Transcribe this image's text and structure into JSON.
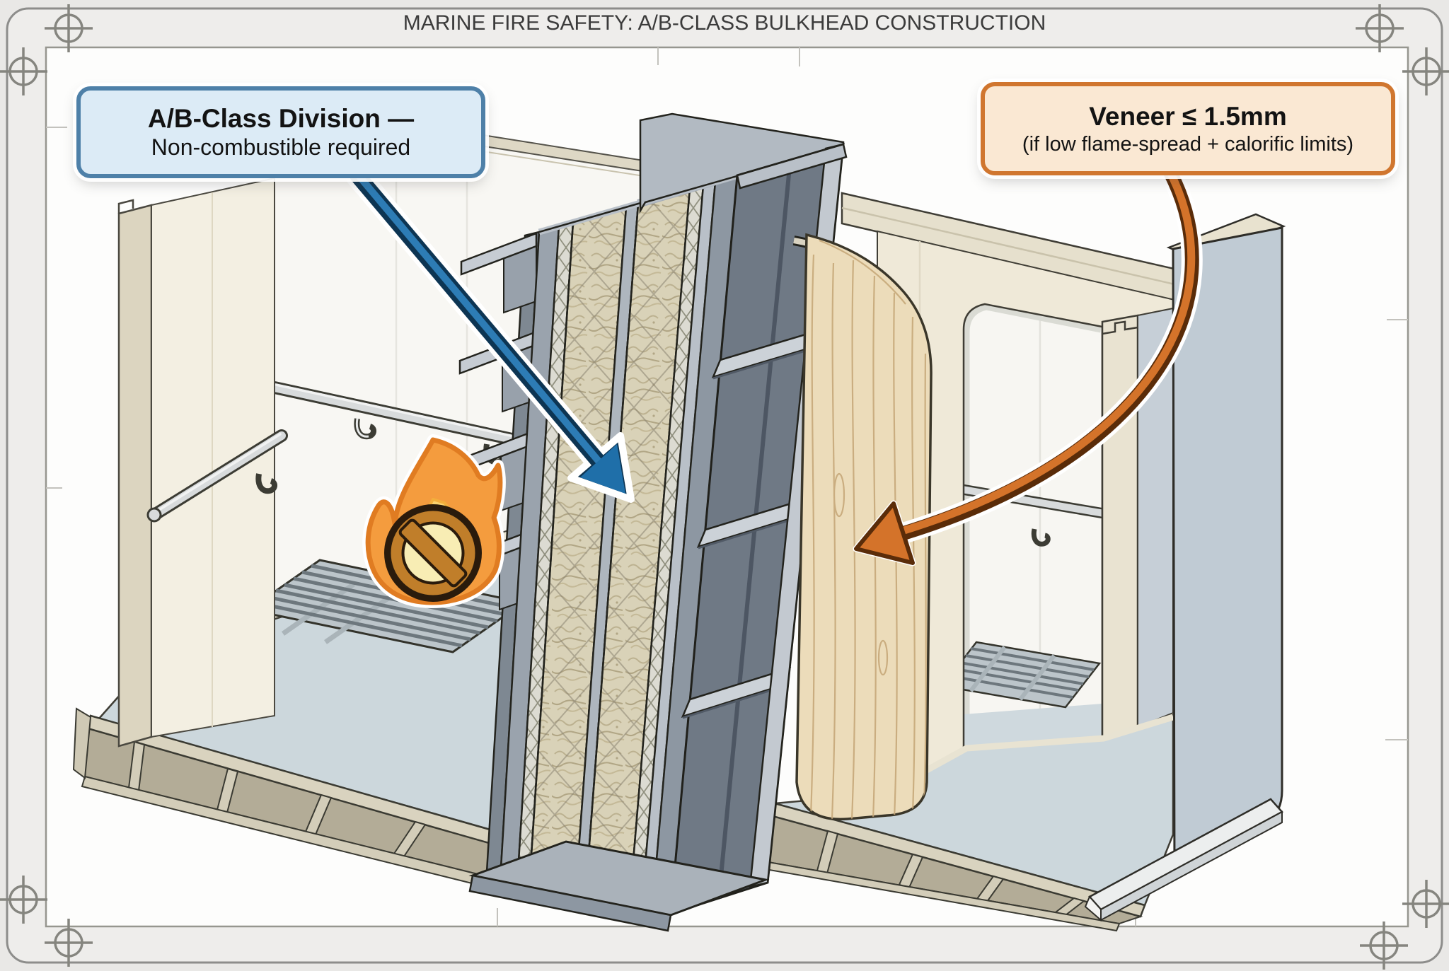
{
  "title": "MARINE FIRE SAFETY: A/B-CLASS BULKHEAD CONSTRUCTION",
  "callouts": {
    "division": {
      "heading": "A/B-Class Division —",
      "body": "Non-combustible required",
      "accent_color": "#4e80a8",
      "bg_color": "#dcebf6"
    },
    "veneer": {
      "heading": "Veneer ≤ 1.5mm",
      "body": "(if low flame-spread + calorific limits)",
      "accent_color": "#d0762f",
      "bg_color": "#fae8d3"
    }
  },
  "icons": {
    "fire_prohibited_icon": "flame + no-symbol (🔥 with 🚫 slash)"
  },
  "colors": {
    "blue_arrow": "#1f6fa9",
    "orange_arrow": "#d4732a",
    "mineral_wool": "#d9d2b8",
    "steel_plate": "#9aa3ad",
    "steel_web": "#6f7985",
    "wood_veneer": "#ecdcba",
    "cabin_wall": "#f3efe2",
    "floor": "#ccd7dc",
    "deck": "#d9d3bf",
    "flame_orange": "#f2933b",
    "flame_yellow": "#fbd26e",
    "prohibition_ring": "#c07e2a",
    "frame_line": "#8d8d8b"
  }
}
